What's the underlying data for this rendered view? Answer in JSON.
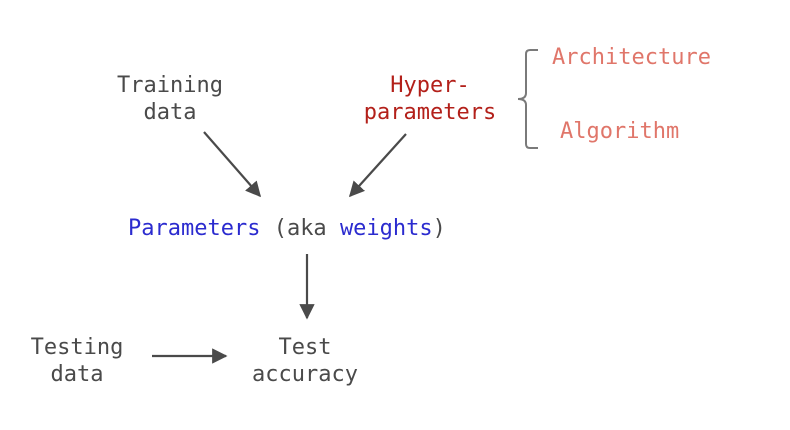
{
  "nodes": {
    "training_data": {
      "line1": "Training",
      "line2": "data"
    },
    "hyperparameters": {
      "line1": "Hyper-",
      "line2": "parameters"
    },
    "architecture": "Architecture",
    "algorithm": "Algorithm",
    "parameters": {
      "word1": "Parameters",
      "mid": " (aka ",
      "word2": "weights",
      "end": ")"
    },
    "testing_data": {
      "line1": "Testing",
      "line2": "data"
    },
    "test_accuracy": {
      "line1": "Test",
      "line2": "accuracy"
    }
  },
  "colors": {
    "text": "#4a4a4a",
    "hyper": "#b3201a",
    "options": "#e0766a",
    "params": "#2b2bcf",
    "arrow": "#4a4a4a",
    "brace": "#7a7a7a"
  }
}
